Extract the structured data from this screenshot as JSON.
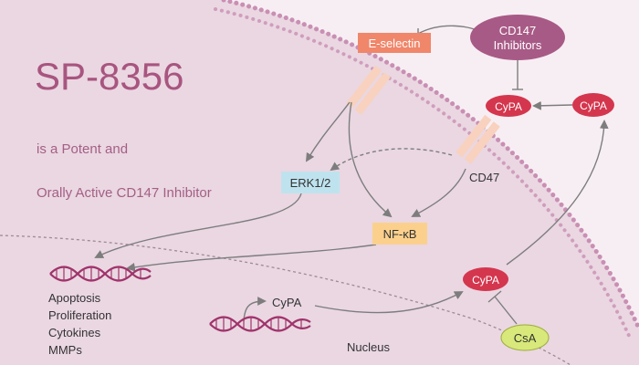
{
  "title": "SP-8356",
  "subtitle_line1": "is a Potent and",
  "subtitle_line2": "Orally Active CD147 Inhibitor",
  "nodes": {
    "e_selectin": "E-selectin",
    "cd147_inhibitors_line1": "CD147",
    "cd147_inhibitors_line2": "Inhibitors",
    "cypa_membrane": "CyPA",
    "cypa_outside": "CyPA",
    "cd47": "CD47",
    "erk": "ERK1/2",
    "nfkb": "NF-κB",
    "cypa_cytoplasm": "CyPA",
    "cypa_transcript": "CyPA",
    "csa": "CsA",
    "nucleus": "Nucleus"
  },
  "gene_outputs": [
    "Apoptosis",
    "Proliferation",
    "Cytokines",
    "MMPs"
  ],
  "colors": {
    "background": "#f7eef3",
    "cell": "#ead7e2",
    "membrane_dots": "#c98fb3",
    "title": "#a8557f",
    "subtitle": "#a45f85",
    "inhibitor_fill": "#a85a86",
    "cypa_fill": "#d4364e",
    "e_selectin_fill": "#f0866a",
    "receptor_fill": "#f8d2be",
    "erk_fill": "#bfe3ee",
    "nfkb_fill": "#fbd08d",
    "csa_fill": "#d8e87a",
    "dna": "#a0336b",
    "arrow": "#7d7d7d"
  }
}
